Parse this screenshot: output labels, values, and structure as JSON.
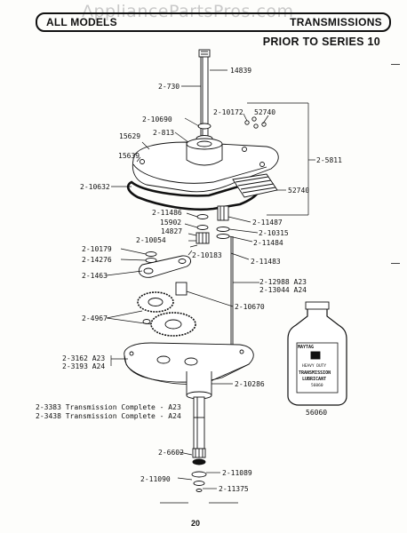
{
  "header": {
    "left_title": "ALL MODELS",
    "right_title": "TRANSMISSIONS",
    "subtitle": "PRIOR TO SERIES 10",
    "watermark": "AppliancePartsPros.com"
  },
  "parts": {
    "p14839": "14839",
    "p2_730": "2-730",
    "p2_10172": "2-10172",
    "p52740a": "52740",
    "p2_10690": "2-10690",
    "p2_813": "2-813",
    "p15629": "15629",
    "p15639": "15639",
    "p2_5811": "2-5811",
    "p2_10632": "2-10632",
    "p52740b": "52740",
    "p2_11486": "2-11486",
    "p15902": "15902",
    "p14827": "14827",
    "p2_10054": "2-10054",
    "p2_11487": "2-11487",
    "p2_10315": "2-10315",
    "p2_11484": "2-11484",
    "p2_10179": "2-10179",
    "p2_14276": "2-14276",
    "p2_10183": "2-10183",
    "p2_11483": "2-11483",
    "p2_1463": "2-1463",
    "p2_12988": "2-12988 A23",
    "p2_13044": "2-13044 A24",
    "p2_10670": "2-10670",
    "p2_4967": "2-4967",
    "p2_3162": "2-3162 A23",
    "p2_3193": "2-3193 A24",
    "p2_10286": "2-10286",
    "p56060": "56060",
    "p2_6602": "2-6602",
    "p2_11089": "2-11089",
    "p2_11090": "2-11090",
    "p2_11375": "2-11375"
  },
  "notes": {
    "line1": "2-3383 Transmission Complete - A23",
    "line2": "2-3438 Transmission Complete - A24"
  },
  "bottle": {
    "brand": "MAYTAG",
    "line1": "HEAVY DUTY",
    "line2": "TRANSMISSION",
    "line3": "LUBRICANT",
    "code": "56060"
  },
  "page_number": "20"
}
